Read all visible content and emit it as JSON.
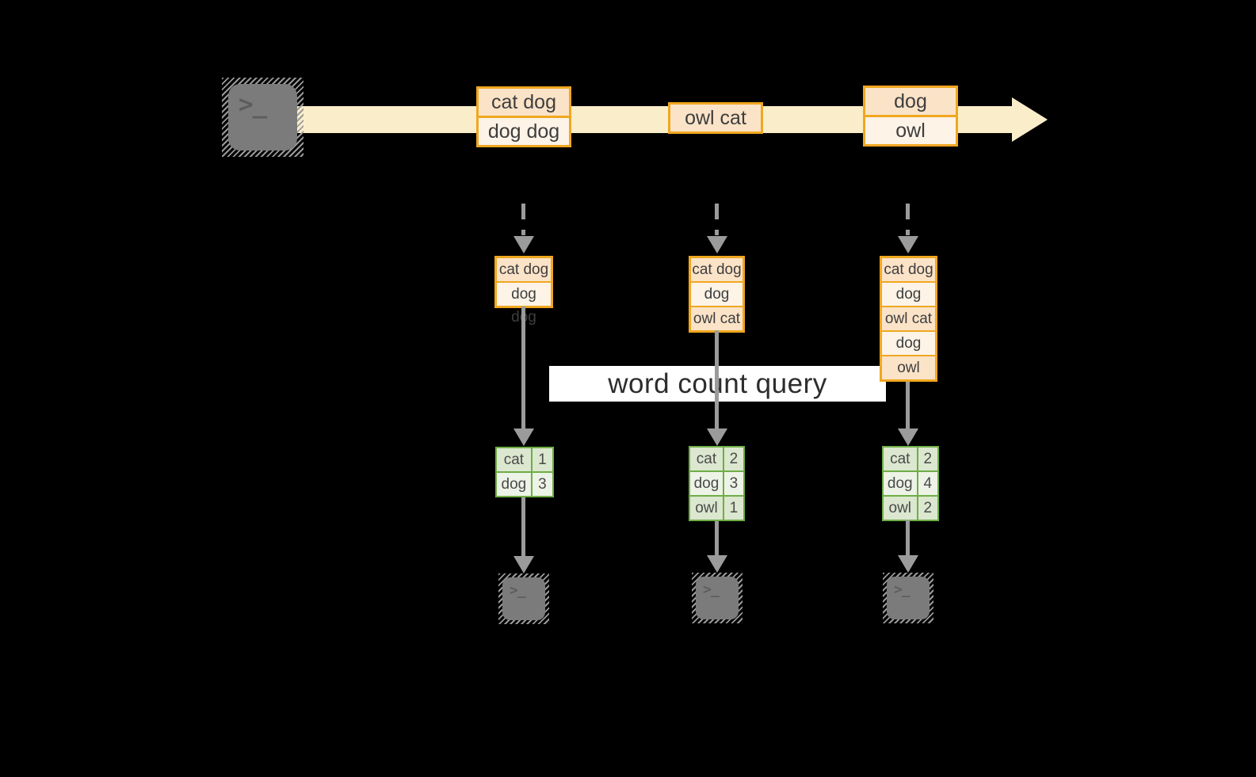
{
  "query_label": "word count query",
  "icons": {
    "source": "terminal-icon",
    "sinks": [
      "terminal-icon",
      "terminal-icon",
      "terminal-icon"
    ],
    "terminal_glyph": ">_"
  },
  "colors": {
    "background": "#000000",
    "stream_band": "#faeeca",
    "record_border": "#f0a71f",
    "record_fill_dark": "#fbe3c8",
    "record_fill_light": "#fdf3e7",
    "table_border": "#6fad47",
    "table_fill_dark": "#dbe7cf",
    "table_fill_light": "#edf3e6",
    "arrow": "#9b9b9b",
    "terminal": "#7b7b7b",
    "query_banner": "#ffffff",
    "label_text": "#3e3e3e"
  },
  "stream": {
    "boxes": [
      {
        "cells": [
          "cat dog",
          "dog dog"
        ]
      },
      {
        "cells": [
          "owl cat"
        ]
      },
      {
        "cells": [
          "dog",
          "owl"
        ]
      }
    ]
  },
  "pipelines": [
    {
      "state_cells": [
        "cat dog",
        "dog dog"
      ],
      "counts": [
        {
          "word": "cat",
          "count": "1"
        },
        {
          "word": "dog",
          "count": "3"
        }
      ]
    },
    {
      "state_cells": [
        "cat dog",
        "dog dog",
        "owl cat"
      ],
      "counts": [
        {
          "word": "cat",
          "count": "2"
        },
        {
          "word": "dog",
          "count": "3"
        },
        {
          "word": "owl",
          "count": "1"
        }
      ]
    },
    {
      "state_cells": [
        "cat dog",
        "dog dog",
        "owl cat",
        "dog",
        "owl"
      ],
      "counts": [
        {
          "word": "cat",
          "count": "2"
        },
        {
          "word": "dog",
          "count": "4"
        },
        {
          "word": "owl",
          "count": "2"
        }
      ]
    }
  ]
}
